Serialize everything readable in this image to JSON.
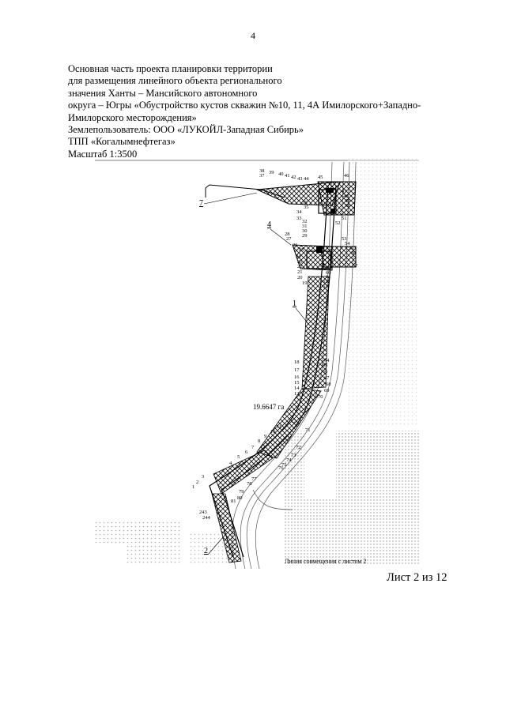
{
  "page_number": "4",
  "header": {
    "lines": [
      "Основная часть проекта планировки территории",
      "для размещения линейного объекта регионального",
      "значения Ханты – Мансийского автономного",
      "округа – Югры  «Обустройство кустов скважин №10, 11, 4А Имилорского+Западно-",
      "Имилорского месторождения»",
      "Землепользователь: ООО «ЛУКОЙЛ-Западная Сибирь»",
      "ТПП «Когалымнефтегаз»",
      "Масштаб 1:3500"
    ]
  },
  "map": {
    "area_label": "19.6647 га",
    "match_line_label": "Линия совмещения с листом 2",
    "callouts": [
      "1",
      "2",
      "4",
      "7"
    ],
    "left_numbers": [
      "1",
      "2",
      "3",
      "4",
      "5",
      "6",
      "7",
      "8",
      "9",
      "10",
      "11",
      "12",
      "13",
      "14",
      "15",
      "16",
      "17",
      "18",
      "19",
      "20",
      "21",
      "22",
      "23",
      "24",
      "25",
      "26",
      "27",
      "28",
      "29",
      "30",
      "31",
      "32",
      "33",
      "34",
      "35",
      "36",
      "37",
      "38",
      "39",
      "40",
      "41",
      "42",
      "43",
      "44",
      "45",
      "243",
      "244"
    ],
    "right_numbers": [
      "46",
      "47",
      "48",
      "49",
      "50",
      "51",
      "52",
      "53",
      "54",
      "55",
      "56",
      "57",
      "58",
      "59",
      "60",
      "61",
      "62",
      "63",
      "64",
      "65",
      "66",
      "67",
      "68",
      "69",
      "70",
      "71",
      "72",
      "73",
      "74",
      "75",
      "76",
      "77",
      "78",
      "79",
      "80",
      "81"
    ]
  },
  "sheet_label": "Лист 2 из 12"
}
